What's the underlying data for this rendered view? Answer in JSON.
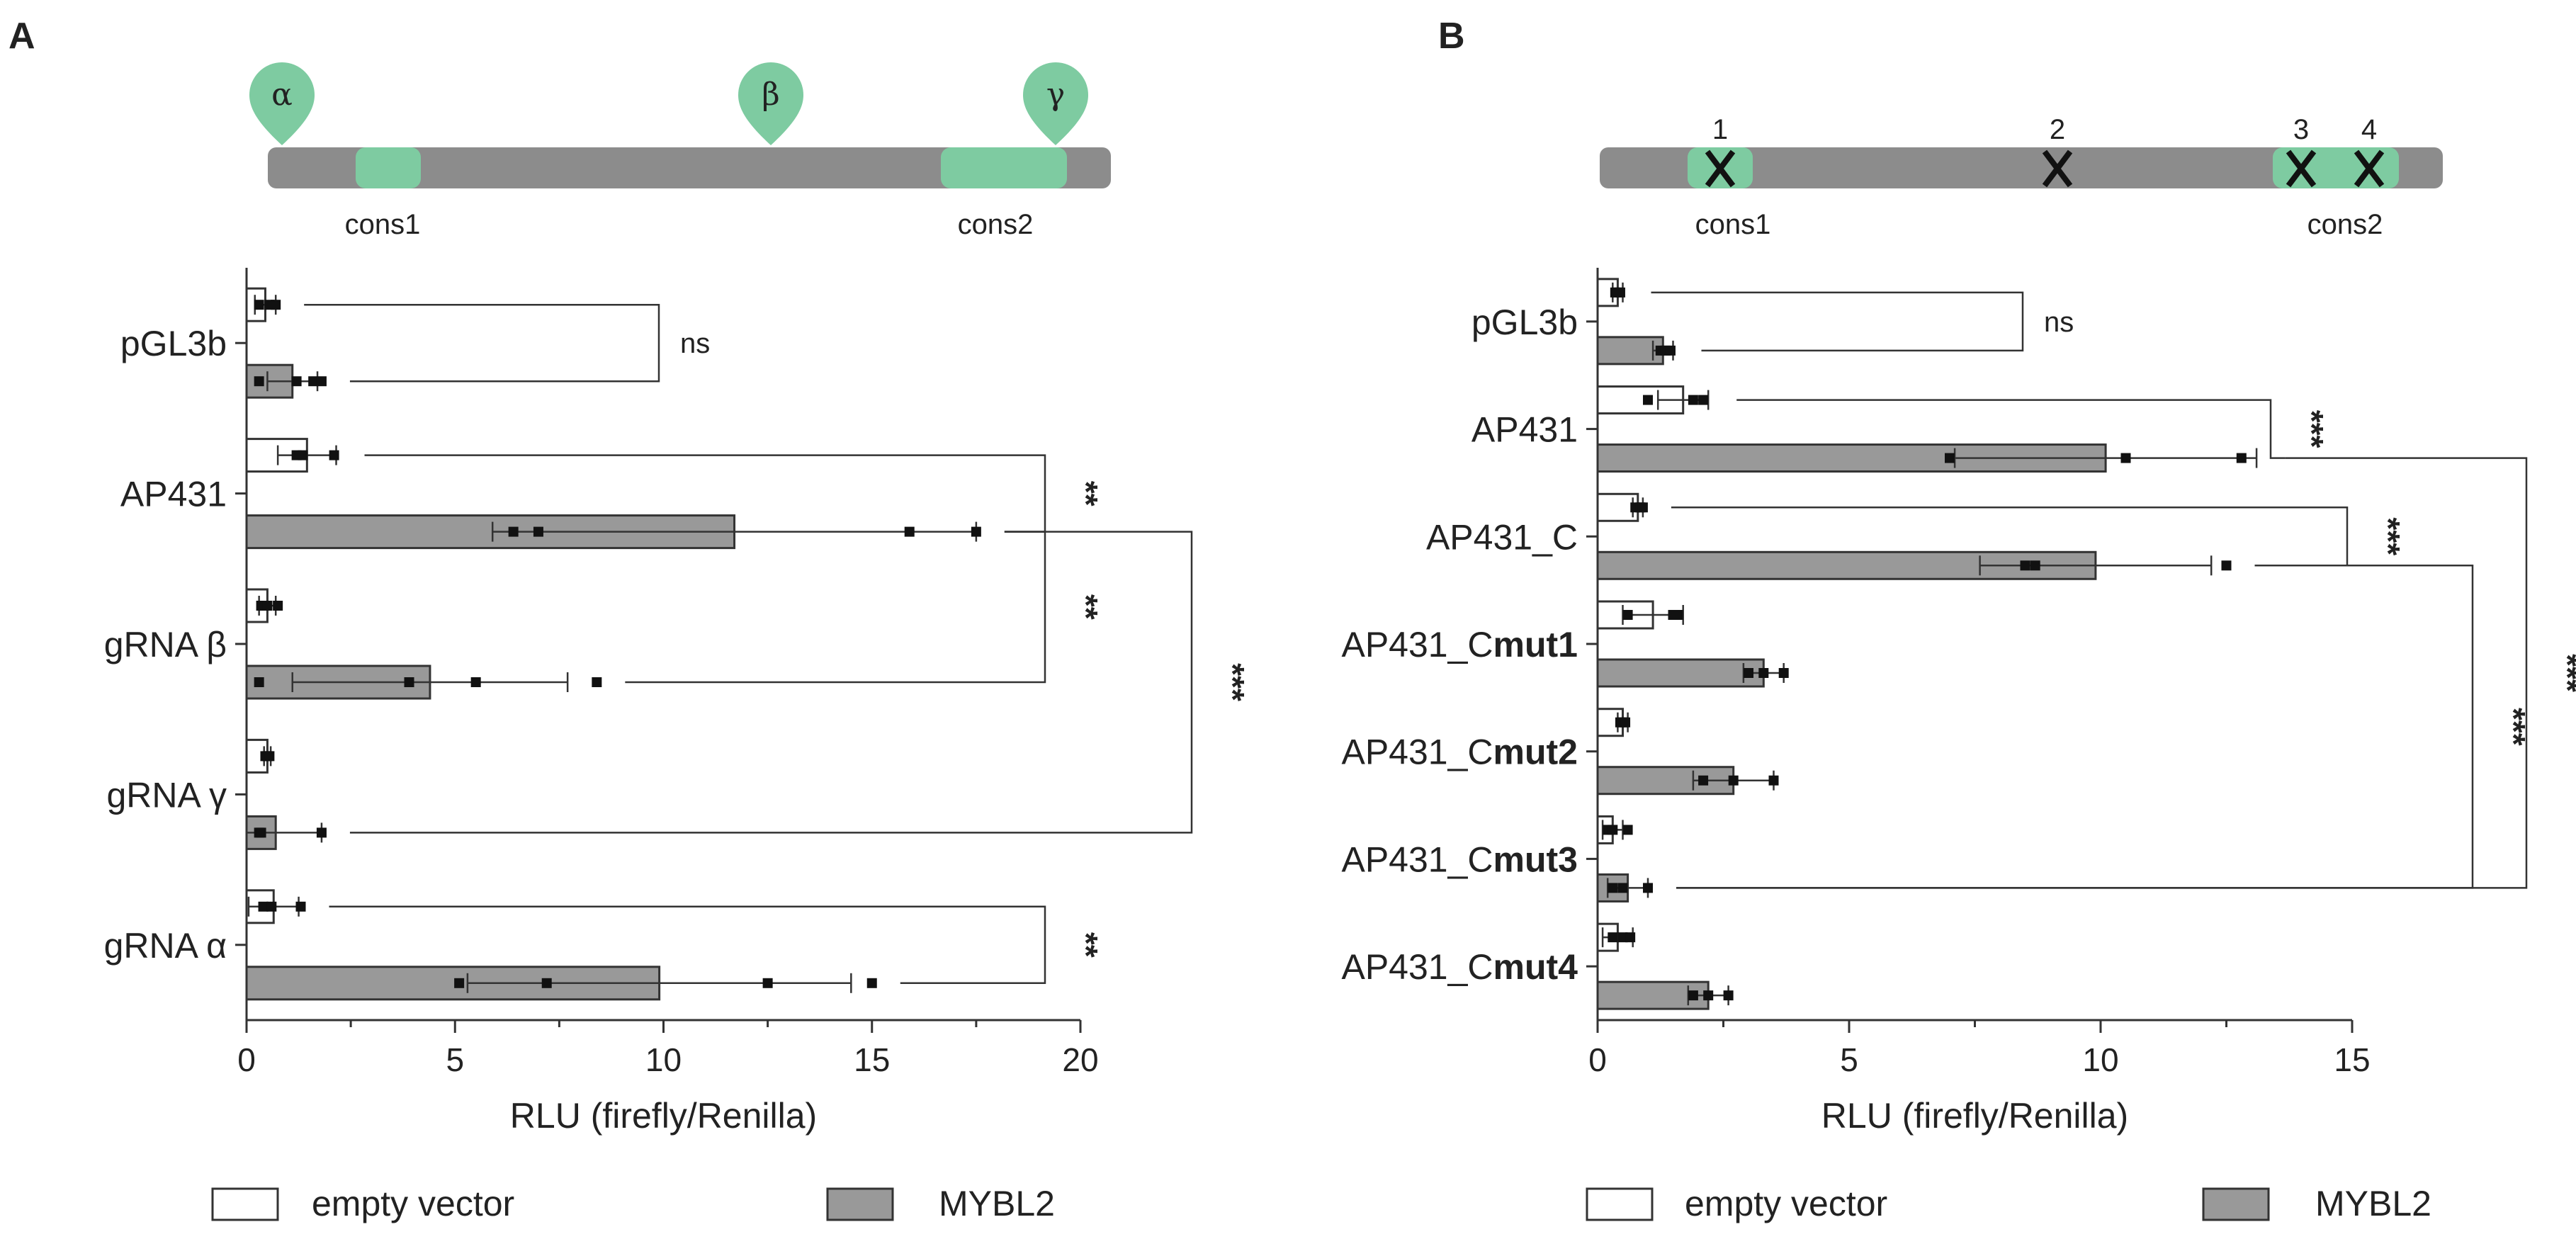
{
  "panels": [
    {
      "letter": "A",
      "chart_data": {
        "type": "bar",
        "orientation": "horizontal",
        "categories": [
          "pGL3b",
          "AP431",
          "gRNA β",
          "gRNA γ",
          "gRNA α"
        ],
        "series": [
          {
            "name": "empty vector",
            "color": "#ffffff",
            "values": [
              0.45,
              1.45,
              0.5,
              0.5,
              0.65
            ],
            "errors": [
              0.25,
              0.7,
              0.2,
              0.08,
              0.6
            ],
            "points": [
              [
                0.3,
                0.55,
                0.7
              ],
              [
                1.2,
                1.35,
                2.1
              ],
              [
                0.35,
                0.5,
                0.75
              ],
              [
                0.45,
                0.5,
                0.55
              ],
              [
                0.4,
                0.6,
                1.3
              ]
            ]
          },
          {
            "name": "MYBL2",
            "color": "#999999",
            "values": [
              1.1,
              11.7,
              4.4,
              0.7,
              9.9
            ],
            "errors": [
              0.6,
              5.8,
              3.3,
              1.1,
              4.6
            ],
            "points": [
              [
                0.3,
                1.2,
                1.6,
                1.8
              ],
              [
                6.4,
                7.0,
                15.9,
                17.5
              ],
              [
                0.3,
                3.9,
                5.5,
                8.4
              ],
              [
                0.3,
                0.35,
                1.8
              ],
              [
                5.1,
                7.2,
                12.5,
                15.0
              ]
            ]
          }
        ],
        "xlabel": "RLU (firefly/Renilla)",
        "xlim": [
          0,
          20
        ],
        "xticks": [
          "0",
          "5",
          "10",
          "15",
          "20"
        ],
        "comparisons": [
          {
            "from": 0,
            "to": 1,
            "label": "ns"
          },
          {
            "from": 2,
            "to": 3,
            "label": "**"
          },
          {
            "from": 3,
            "to": 5,
            "label": "**"
          },
          {
            "from": 3,
            "to": 7,
            "label": "***"
          },
          {
            "from": 8,
            "to": 9,
            "label": "**"
          }
        ]
      },
      "diagram": {
        "sites": [
          "α",
          "β",
          "γ"
        ],
        "regions": [
          "cons1",
          "cons2"
        ]
      },
      "legend": [
        "empty vector",
        "MYBL2"
      ]
    },
    {
      "letter": "B",
      "chart_data": {
        "type": "bar",
        "orientation": "horizontal",
        "categories": [
          "pGL3b",
          "AP431",
          "AP431_C",
          "AP431_Cmut1",
          "AP431_Cmut2",
          "AP431_Cmut3",
          "AP431_Cmut4"
        ],
        "category_parts": [
          [
            "pGL3b",
            ""
          ],
          [
            "AP431",
            ""
          ],
          [
            "AP431_C",
            ""
          ],
          [
            "AP431_C",
            "mut1"
          ],
          [
            "AP431_C",
            "mut2"
          ],
          [
            "AP431_C",
            "mut3"
          ],
          [
            "AP431_C",
            "mut4"
          ]
        ],
        "series": [
          {
            "name": "empty vector",
            "color": "#ffffff",
            "values": [
              0.4,
              1.7,
              0.8,
              1.1,
              0.5,
              0.3,
              0.4
            ],
            "errors": [
              0.1,
              0.5,
              0.1,
              0.6,
              0.1,
              0.2,
              0.3
            ],
            "points": [
              [
                0.35,
                0.4,
                0.45
              ],
              [
                1.0,
                1.9,
                2.1
              ],
              [
                0.75,
                0.85,
                0.9
              ],
              [
                0.6,
                1.5,
                1.6
              ],
              [
                0.45,
                0.5,
                0.55
              ],
              [
                0.2,
                0.3,
                0.6
              ],
              [
                0.3,
                0.5,
                0.65
              ]
            ]
          },
          {
            "name": "MYBL2",
            "color": "#999999",
            "values": [
              1.3,
              10.1,
              9.9,
              3.3,
              2.7,
              0.6,
              2.2
            ],
            "errors": [
              0.2,
              3.0,
              2.3,
              0.4,
              0.8,
              0.4,
              0.4
            ],
            "points": [
              [
                1.25,
                1.35,
                1.45
              ],
              [
                7.0,
                10.5,
                12.8
              ],
              [
                8.5,
                8.7,
                12.5
              ],
              [
                3.0,
                3.3,
                3.7
              ],
              [
                2.1,
                2.7,
                3.5
              ],
              [
                0.3,
                0.5,
                1.0
              ],
              [
                1.9,
                2.2,
                2.6
              ]
            ]
          }
        ],
        "xlabel": "RLU (firefly/Renilla)",
        "xlim": [
          0,
          15
        ],
        "xticks": [
          "0",
          "5",
          "10",
          "15"
        ],
        "comparisons": [
          {
            "from": 0,
            "to": 1,
            "label": "ns"
          },
          {
            "from": 2,
            "to": 3,
            "label": "***"
          },
          {
            "from": 4,
            "to": 5,
            "label": "***"
          },
          {
            "from": 5,
            "to": 11,
            "label": "***"
          },
          {
            "from": 3,
            "to": 11,
            "label": "***"
          }
        ]
      },
      "diagram": {
        "sites": [
          "1",
          "2",
          "3",
          "4"
        ],
        "regions": [
          "cons1",
          "cons2"
        ]
      },
      "legend": [
        "empty vector",
        "MYBL2"
      ]
    }
  ]
}
